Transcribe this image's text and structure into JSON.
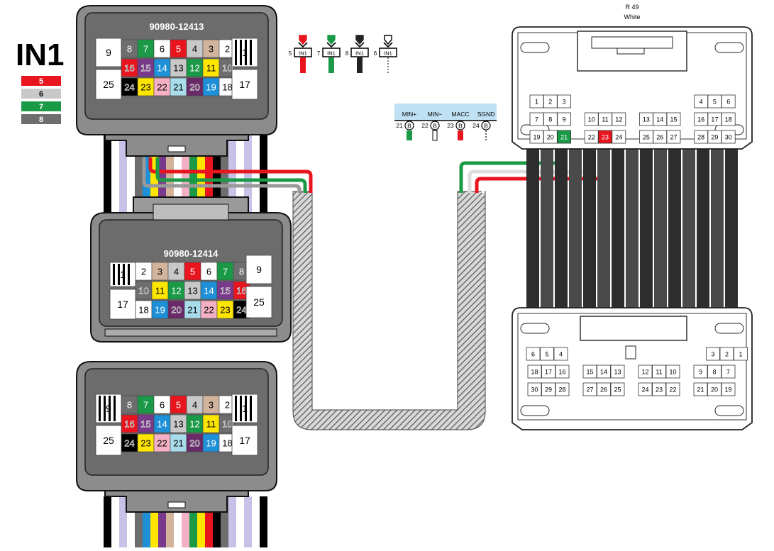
{
  "legend": {
    "title": "IN1",
    "items": [
      {
        "label": "5",
        "color": "#e8141e"
      },
      {
        "label": "6",
        "color": "#c8c8c8"
      },
      {
        "label": "7",
        "color": "#1a9a46"
      },
      {
        "label": "8",
        "color": "#6e6e6e"
      }
    ]
  },
  "in1_symbols": [
    {
      "pin": "5",
      "tag": "IN1",
      "wire": "#e8141e",
      "style": "solid"
    },
    {
      "pin": "7",
      "tag": "IN1",
      "wire": "#1a9a46",
      "style": "solid"
    },
    {
      "pin": "8",
      "tag": "IN1",
      "wire": "#222222",
      "style": "solid"
    },
    {
      "pin": "6",
      "tag": "IN1",
      "wire": "#222222",
      "style": "dashed"
    }
  ],
  "connectors": {
    "top": {
      "part": "90980-12413"
    },
    "middle": {
      "part": "90980-12414"
    },
    "bottom": {
      "part": ""
    }
  },
  "pin_colors": {
    "1": "#ffffff",
    "2": "#ffffff",
    "3": "#d2b49c",
    "4": "#c8c8c8",
    "5": "#e8141e",
    "6": "#ffffff",
    "7": "#1a9a46",
    "8": "#6e6e6e",
    "9": "#ffffff",
    "10": "#6e6e6e",
    "11": "#ffe600",
    "12": "#1a9a46",
    "13": "#c8c8c8",
    "14": "#1e90d8",
    "15": "#7a3a8c",
    "16": "#e8141e",
    "17": "#ffffff",
    "18": "#ffffff",
    "19": "#1e90d8",
    "20": "#6a2a6a",
    "21": "#a8dcea",
    "22": "#f4b0c4",
    "23": "#ffe600",
    "24": "#000000",
    "25": "#ffffff"
  },
  "outline_pins": [
    "10",
    "15",
    "16",
    "20",
    "24"
  ],
  "signal_table": {
    "headers": [
      "MIN+",
      "MIN−",
      "MACC",
      "SGND"
    ],
    "pins": [
      "21",
      "22",
      "23",
      "24"
    ],
    "badge": "B",
    "wire_colors": [
      "#1a9a46",
      "#ffffff",
      "#e8141e",
      "#222222"
    ]
  },
  "r49": {
    "title": "R 49",
    "subtitle": "White",
    "rows": [
      [
        "1",
        "2",
        "3",
        "",
        "",
        "",
        "",
        "",
        "",
        "4",
        "5",
        "6"
      ],
      [
        "7",
        "8",
        "9",
        "10",
        "11",
        "12",
        "13",
        "14",
        "15",
        "16",
        "17",
        "18"
      ],
      [
        "19",
        "20",
        "21",
        "22",
        "23",
        "24",
        "25",
        "26",
        "27",
        "28",
        "29",
        "30"
      ]
    ]
  },
  "mirror": {
    "rows": [
      [
        "6",
        "5",
        "4",
        "3",
        "2",
        "1"
      ],
      [
        "18",
        "17",
        "16",
        "15",
        "14",
        "13",
        "12",
        "11",
        "10",
        "9",
        "8",
        "7"
      ],
      [
        "30",
        "29",
        "28",
        "27",
        "26",
        "25",
        "24",
        "23",
        "22",
        "21",
        "20",
        "19"
      ]
    ]
  }
}
